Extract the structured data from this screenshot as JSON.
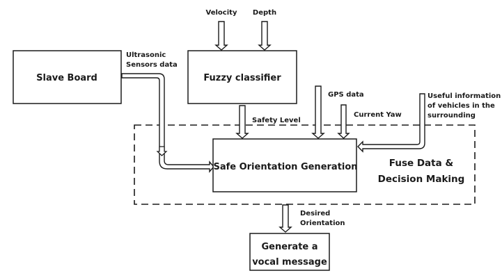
{
  "diagram": {
    "blocks": {
      "slave_board": "Slave Board",
      "fuzzy_classifier": "Fuzzy classifier",
      "safe_orientation": "Safe Orientation Generation",
      "vocal_message_line1": "Generate a",
      "vocal_message_line2": "vocal message"
    },
    "group": {
      "line1": "Fuse Data &",
      "line2": "Decision Making"
    },
    "inputs": {
      "velocity": "Velocity",
      "depth": "Depth",
      "ultrasonic_line1": "Ultrasonic",
      "ultrasonic_line2": "Sensors data",
      "gps": "GPS data",
      "current_yaw": "Current Yaw",
      "safety_level": "Safety Level",
      "useful_line1": "Useful information",
      "useful_line2": "of vehicles in the",
      "useful_line3": "surrounding",
      "desired_line1": "Desired",
      "desired_line2": "Orientation"
    },
    "edges": [
      {
        "from": "Velocity",
        "to": "Fuzzy classifier"
      },
      {
        "from": "Depth",
        "to": "Fuzzy classifier"
      },
      {
        "from": "Slave Board",
        "to": "Safe Orientation Generation",
        "label": "Ultrasonic Sensors data"
      },
      {
        "from": "Fuzzy classifier",
        "to": "Safe Orientation Generation",
        "label": "Safety Level"
      },
      {
        "from": "GPS data",
        "to": "Safe Orientation Generation"
      },
      {
        "from": "Current Yaw",
        "to": "Safe Orientation Generation"
      },
      {
        "from": "Useful information of vehicles in the surrounding",
        "to": "Safe Orientation Generation"
      },
      {
        "from": "Safe Orientation Generation",
        "to": "Generate a vocal message",
        "label": "Desired Orientation"
      }
    ]
  }
}
